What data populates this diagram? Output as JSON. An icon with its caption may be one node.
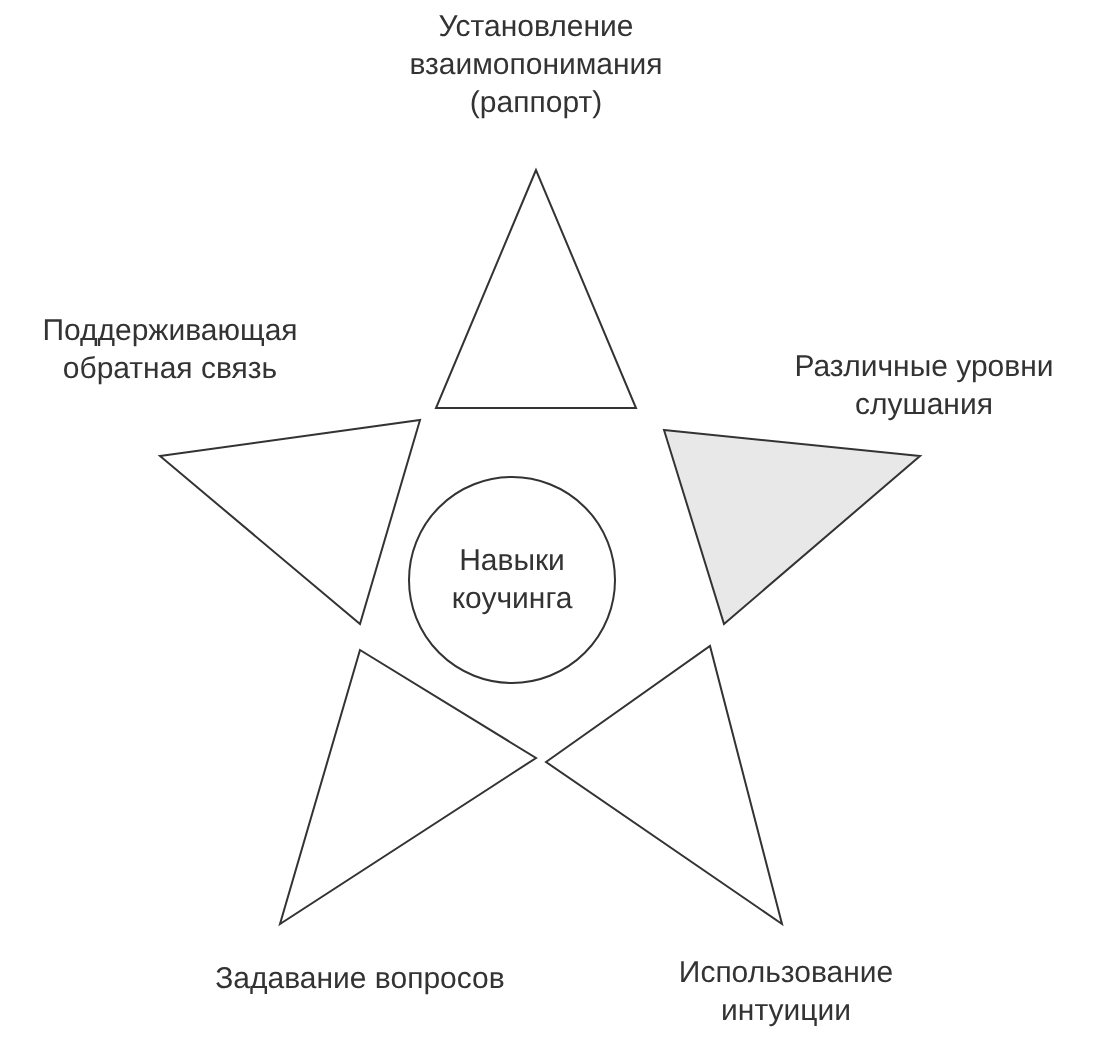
{
  "diagram": {
    "nodes": [
      {
        "text": [
          "Установление взаимопонимания (раппорт)"
        ]
      },
      {
        "text": [
          "Поддерживающая обратная связь"
        ]
      },
      {
        "text": [
          "Различные уровни слушания"
        ]
      },
      {
        "text": [
          "Навыки коучинга"
        ]
      },
      {
        "text": [
          "Задавание вопросов"
        ]
      },
      {
        "text": [
          "Использование интуиции"
        ]
      }
    ]
  }
}
